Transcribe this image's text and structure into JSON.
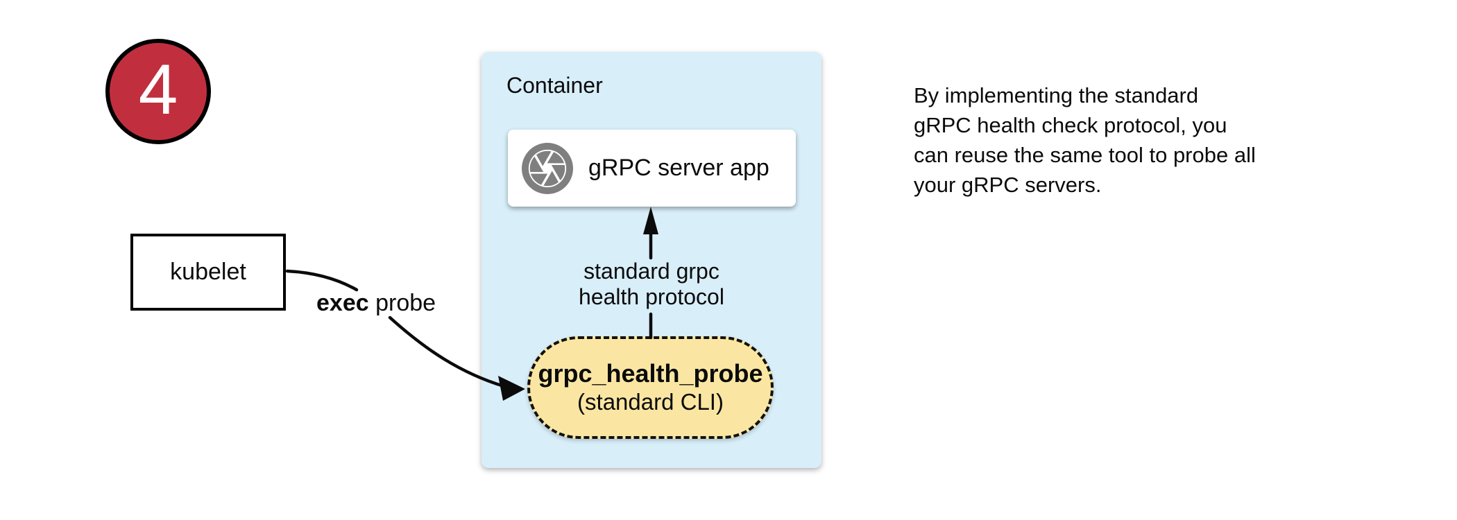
{
  "step_badge": {
    "value": "4"
  },
  "kubelet": {
    "label": "kubelet"
  },
  "exec_probe": {
    "bold": "exec",
    "regular": " probe"
  },
  "container": {
    "title": "Container",
    "server_app": {
      "label": "gRPC server app",
      "icon": "aperture-icon"
    },
    "protocol_arrow_label": {
      "line1": "standard grpc",
      "line2": "health protocol"
    },
    "health_probe": {
      "name": "grpc_health_probe",
      "subtitle": "(standard CLI)"
    }
  },
  "note": {
    "lines": [
      "By implementing the standard",
      "gRPC health check protocol, you",
      "can reuse the same tool to probe all",
      "your gRPC servers."
    ]
  },
  "colors": {
    "badge_red": "#C12F3E",
    "container_blue": "#D8EEF9",
    "probe_yellow": "#FAE6A2",
    "icon_gray": "#7F7F7F"
  }
}
